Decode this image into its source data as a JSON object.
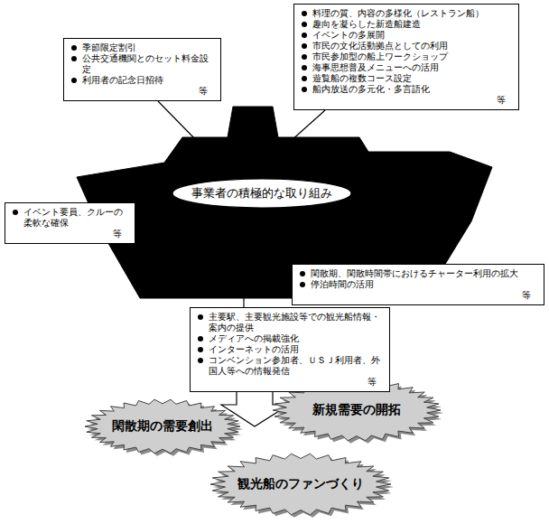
{
  "diagram": {
    "nodes": [
      {
        "text": [
          "季節限定割引",
          "公共交通機関とのセット料金設定",
          "利用者の記念日招待",
          "等"
        ]
      },
      {
        "text": [
          "料理の質、内容の多様化（レストラン船）",
          "趣向を凝らした新造船建造",
          "イベントの多展開",
          "市民の文化活動拠点としての利用",
          "市民参加型の船上ワークショップ",
          "海事思想普及メニューへの活用",
          "遊覧船の複数コース設定",
          "船内放送の多元化・多言語化",
          "等"
        ]
      },
      {
        "text": [
          "事業者の積極的な取り組み"
        ]
      },
      {
        "text": [
          "イベント要員、クルーの柔軟な確保",
          "等"
        ]
      },
      {
        "text": [
          "閑散期、閑散時間帯におけるチャーター利用の拡大",
          "停泊時間の活用",
          "等"
        ]
      },
      {
        "text": [
          "主要駅、主要観光施設等での観光船情報・案内の提供",
          "メディアへの掲載強化",
          "インターネットの活用",
          "コンベンション参加者、ＵＳＪ利用者、外国人等への情報発信",
          "等"
        ]
      },
      {
        "text": [
          "閑散期の需要創出"
        ]
      },
      {
        "text": [
          "新規需要の開拓"
        ]
      },
      {
        "text": [
          "観光船のファンづくり"
        ]
      }
    ]
  }
}
